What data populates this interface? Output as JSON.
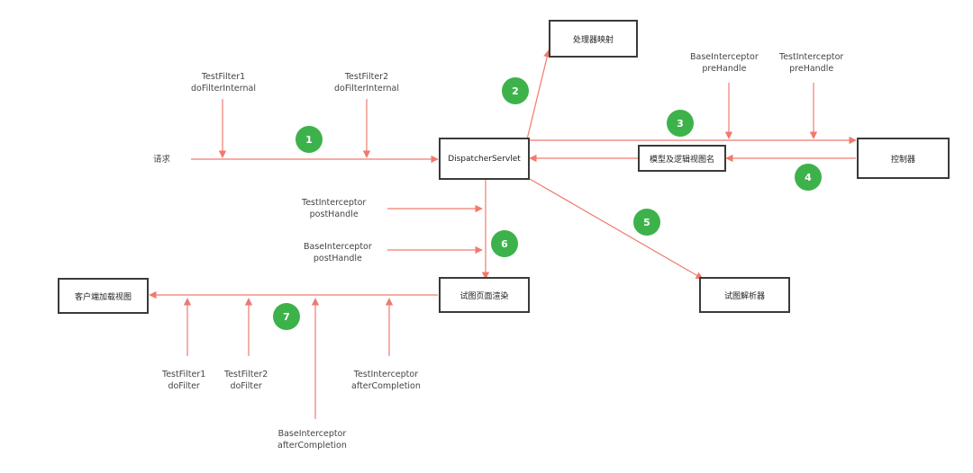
{
  "colors": {
    "arrow": "#f07a6e",
    "step": "#3db24b",
    "box_border": "#3a3a3a"
  },
  "nodes": {
    "dispatcher": "DispatcherServlet",
    "handler_mapping": "处理器映射",
    "controller": "控制器",
    "model_view": "模型及逻辑视图名",
    "view_resolver": "试图解析器",
    "render": "试图页面渲染",
    "client_view": "客户端加载视图"
  },
  "labels": {
    "request": "请求",
    "filter1_internal": [
      "TestFilter1",
      "doFilterInternal"
    ],
    "filter2_internal": [
      "TestFilter2",
      "doFilterInternal"
    ],
    "base_prehandle": [
      "BaseInterceptor",
      "preHandle"
    ],
    "test_prehandle": [
      "TestInterceptor",
      "preHandle"
    ],
    "test_posthandle": [
      "TestInterceptor",
      "postHandle"
    ],
    "base_posthandle": [
      "BaseInterceptor",
      "postHandle"
    ],
    "filter1_dofilter": [
      "TestFilter1",
      "doFilter"
    ],
    "filter2_dofilter": [
      "TestFilter2",
      "doFilter"
    ],
    "test_aftercompletion": [
      "TestInterceptor",
      "afterCompletion"
    ],
    "base_aftercompletion": [
      "BaseInterceptor",
      "afterCompletion"
    ]
  },
  "steps": [
    "1",
    "2",
    "3",
    "4",
    "5",
    "6",
    "7"
  ]
}
